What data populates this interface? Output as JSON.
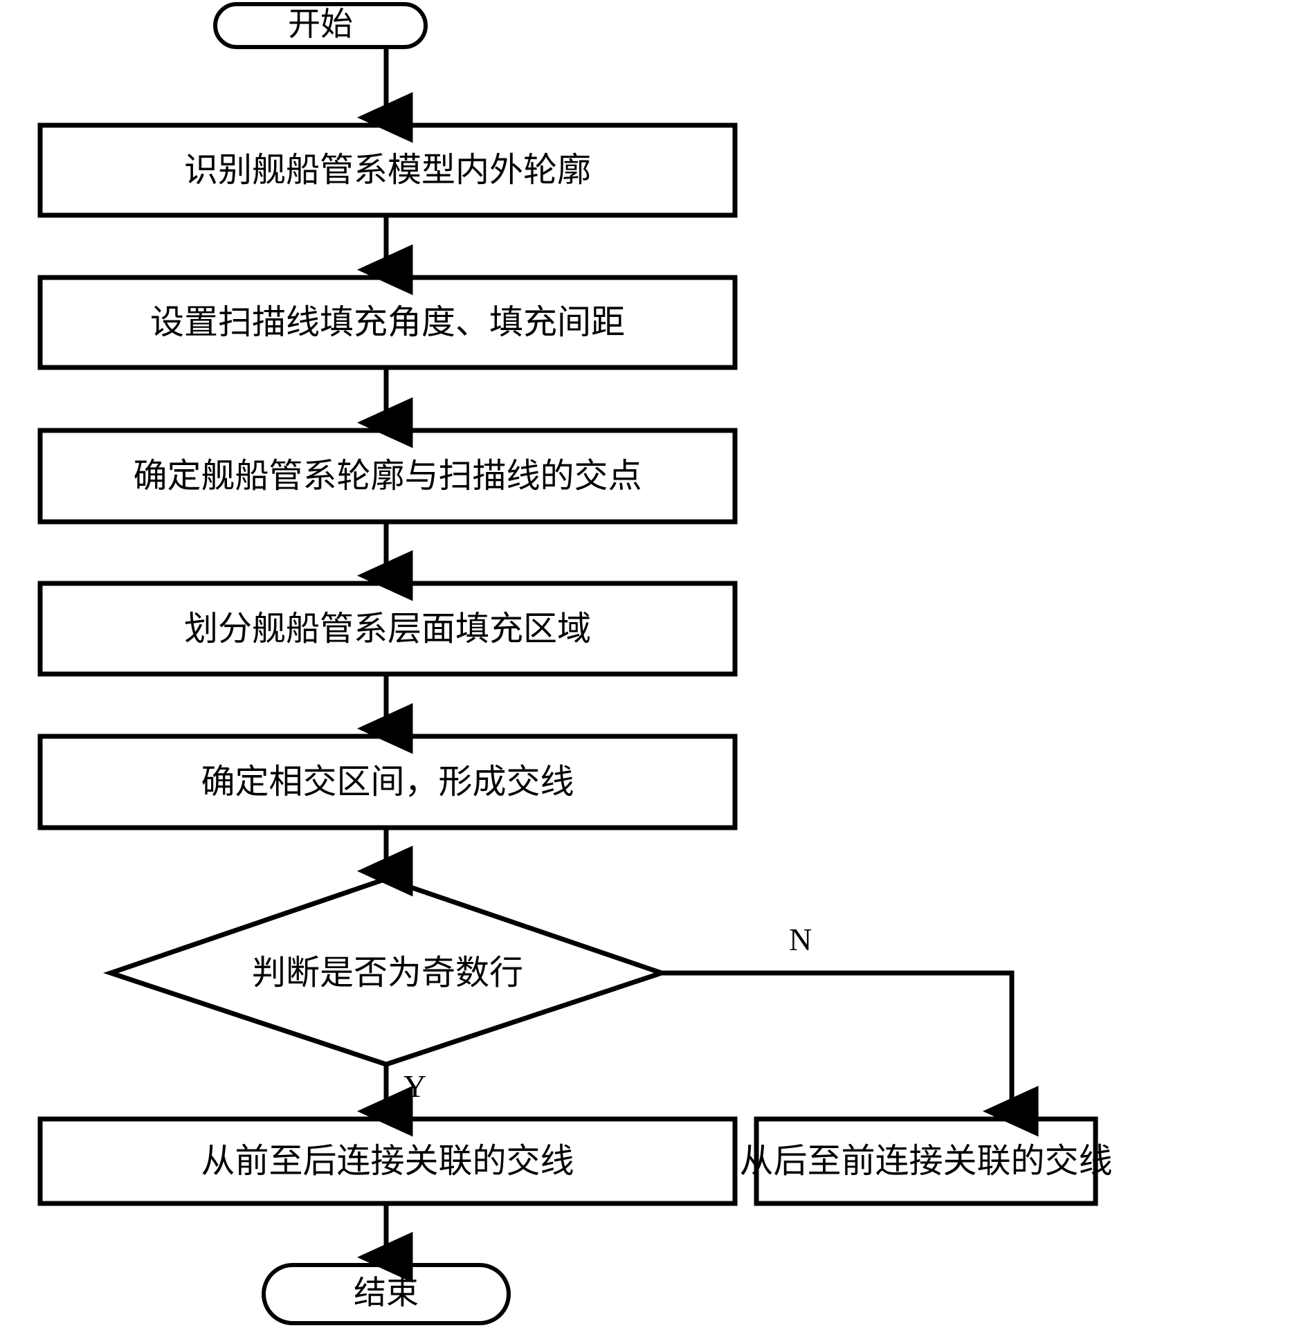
{
  "diagram": {
    "title": "舰船管系扫描线填充流程图",
    "type": "flowchart",
    "stroke_color": "#000000",
    "fill_color": "#ffffff",
    "background": "#ffffff"
  },
  "nodes": {
    "start": {
      "label": "开始",
      "shape": "terminal"
    },
    "step1": {
      "label": "识别舰船管系模型内外轮廓",
      "shape": "process"
    },
    "step2": {
      "label": "设置扫描线填充角度、填充间距",
      "shape": "process"
    },
    "step3": {
      "label": "确定舰船管系轮廓与扫描线的交点",
      "shape": "process"
    },
    "step4": {
      "label": "划分舰船管系层面填充区域",
      "shape": "process"
    },
    "step5": {
      "label": "确定相交区间，形成交线",
      "shape": "process"
    },
    "decision": {
      "label": "判断是否为奇数行",
      "shape": "decision"
    },
    "yes_branch": {
      "label": "从前至后连接关联的交线",
      "shape": "process"
    },
    "no_branch": {
      "label": "从后至前连接关联的交线",
      "shape": "process"
    },
    "end": {
      "label": "结束",
      "shape": "terminal"
    }
  },
  "edges": {
    "yes_label": "Y",
    "no_label": "N"
  }
}
